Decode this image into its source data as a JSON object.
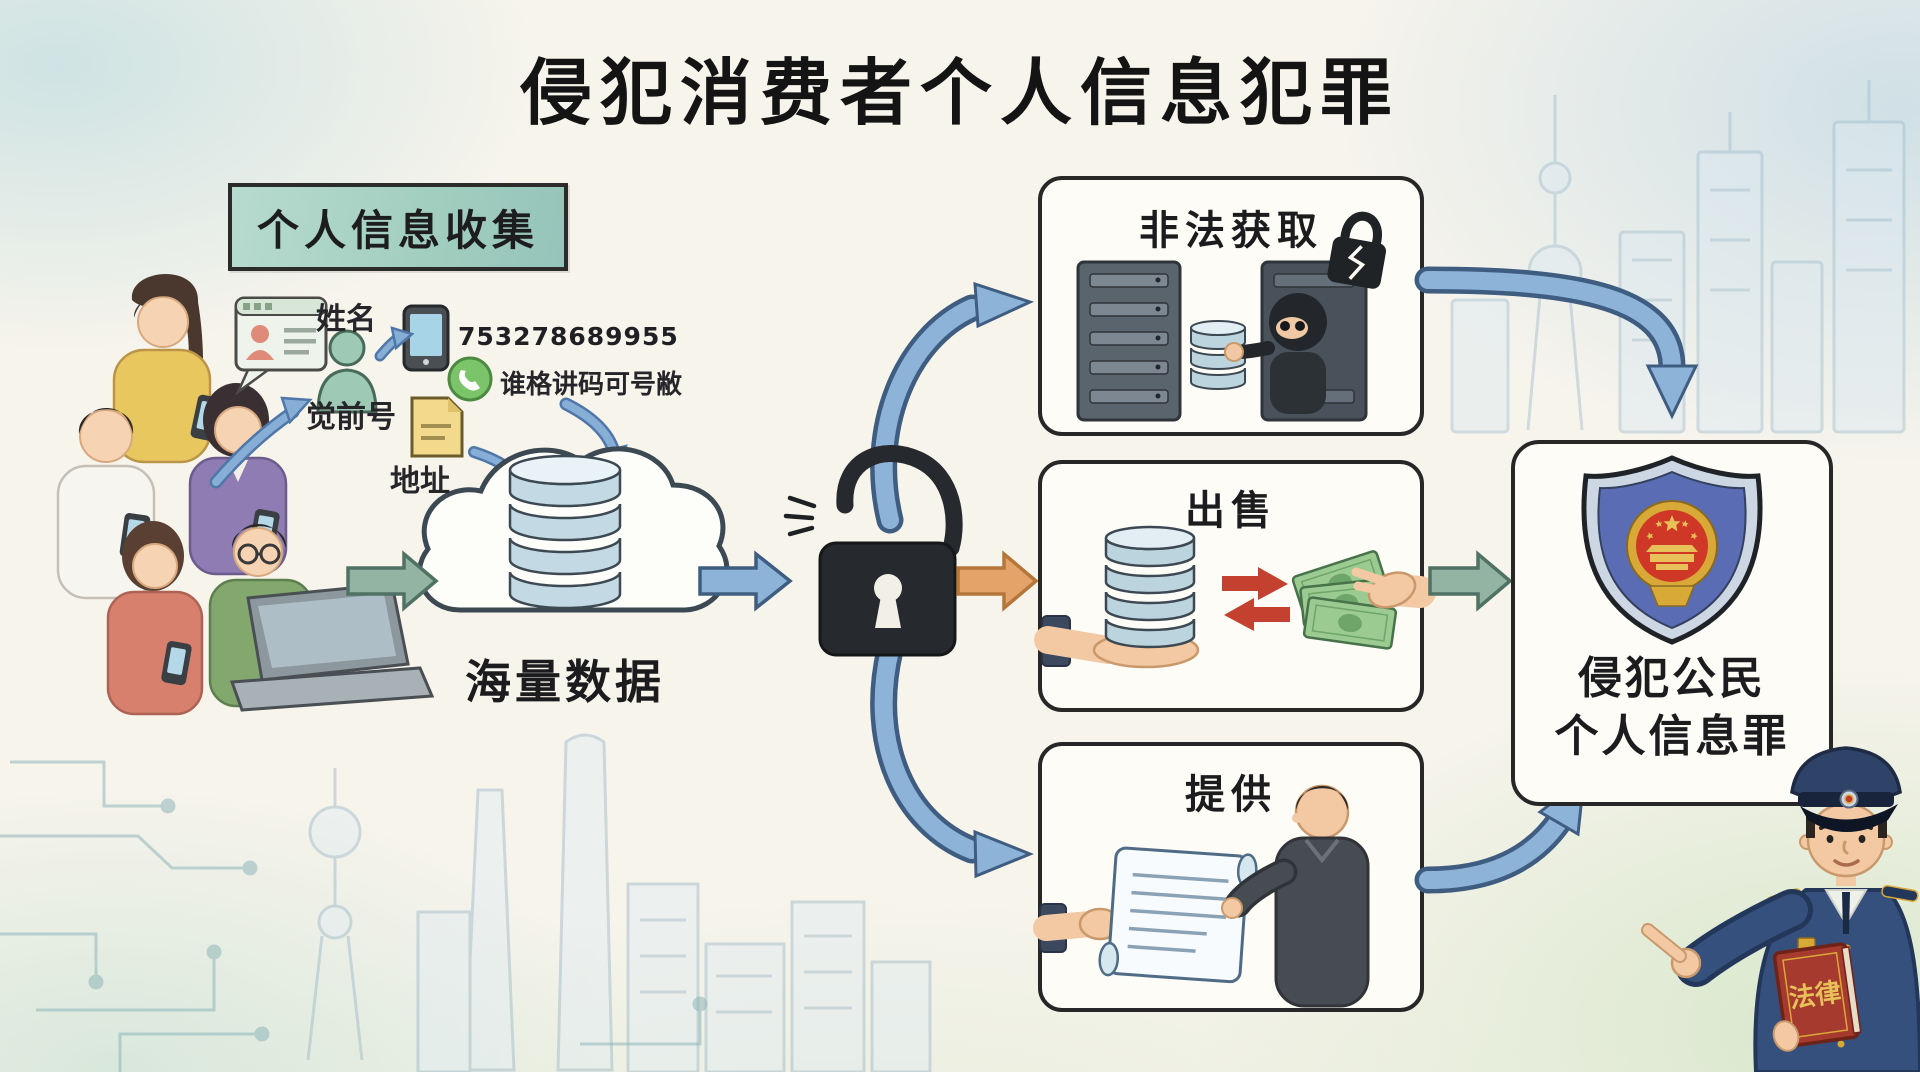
{
  "title": "侵犯消费者个人信息犯罪",
  "collection": {
    "box_label": "个人信息收集",
    "name_label": "姓名",
    "id_label": "觉前号",
    "address_label": "地址",
    "phone_number": "753278689955",
    "whatsapp_text": "谁格讲码可号敝"
  },
  "cloud": {
    "label": "海量数据"
  },
  "branches": {
    "illegal": "非法获取",
    "sell": "出售",
    "provide": "提供"
  },
  "verdict": {
    "line1": "侵犯公民",
    "line2": "个人信息罪"
  },
  "police": {
    "book": "法律"
  },
  "colors": {
    "arrow_blue": "#8db4d8",
    "arrow_green": "#93b4a2",
    "arrow_orange": "#e3a369",
    "panel_border": "#272727",
    "shield_blue": "#5a6cb4",
    "emblem_red": "#cf3726",
    "emblem_gold": "#d9a937",
    "lock_black": "#26292d",
    "box_teal": "#a3cfc0"
  }
}
